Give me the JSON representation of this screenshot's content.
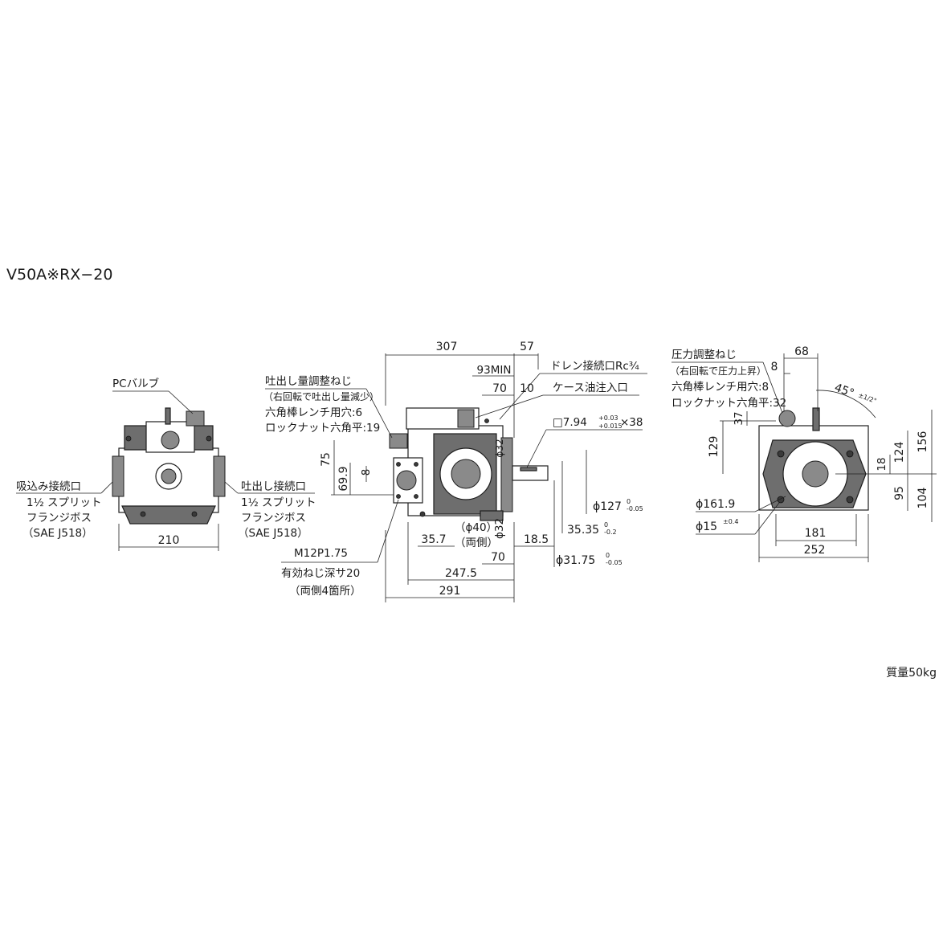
{
  "title": "V50A※RX−20",
  "mass": "質量50kg",
  "front_view": {
    "pc_valve": "PCバルブ",
    "suction_port": [
      "吸込み接続口",
      "1½ スプリット",
      "フランジボス",
      "（SAE J518）"
    ],
    "discharge_port": [
      "吐出し接続口",
      "1½ スプリット",
      "フランジボス",
      "（SAE J518）"
    ],
    "width_210": "210"
  },
  "side_view": {
    "flow_adjust": [
      "吐出し量調整ねじ",
      "（右回転で吐出し量減少）",
      "六角棒レンチ用穴:6",
      "ロックナット六角平:19"
    ],
    "drain_port": "ドレン接続口Rc¾",
    "case_fill": "ケース油注入口",
    "key_main": "□7.94",
    "key_tol_upper": "+0.03",
    "key_tol_lower": "+0.015",
    "key_length": "×38",
    "d307": "307",
    "d57": "57",
    "d93min": "93MIN",
    "d70_top": "70",
    "d10": "10",
    "d75": "75",
    "d69_9": "69.9",
    "d8": "8",
    "d32_a": "ϕ32",
    "d32_b": "ϕ32",
    "phi127": "ϕ127",
    "phi127_tol_upper": "0",
    "phi127_tol_lower": "-0.05",
    "d35_35": "35.35",
    "d35_35_tol_upper": "0",
    "d35_35_tol_lower": "-0.2",
    "d18_5": "18.5",
    "phi31_75": "ϕ31.75",
    "phi31_75_tol_upper": "0",
    "phi31_75_tol_lower": "-0.05",
    "phi40": "（ϕ40）",
    "both_sides": "（両側）",
    "d35_7": "35.7",
    "d70_bottom": "70",
    "d247_5": "247.5",
    "d291": "291",
    "thread": [
      "M12P1.75",
      "有効ねじ深サ20",
      "（両側4箇所）"
    ]
  },
  "rear_view": {
    "pressure_adjust": [
      "圧力調整ねじ",
      "（右回転で圧力上昇）",
      "六角棒レンチ用穴:8",
      "ロックナット六角平:32"
    ],
    "d68": "68",
    "d8": "8",
    "angle": "45°",
    "angle_tol": "±1/2°",
    "d37": "37",
    "d129": "129",
    "d156": "156",
    "d124": "124",
    "d18": "18",
    "d95": "95",
    "d104": "104",
    "phi161_9": "ϕ161.9",
    "phi15": "ϕ15",
    "phi15_tol": "±0.4",
    "d181": "181",
    "d252": "252"
  }
}
